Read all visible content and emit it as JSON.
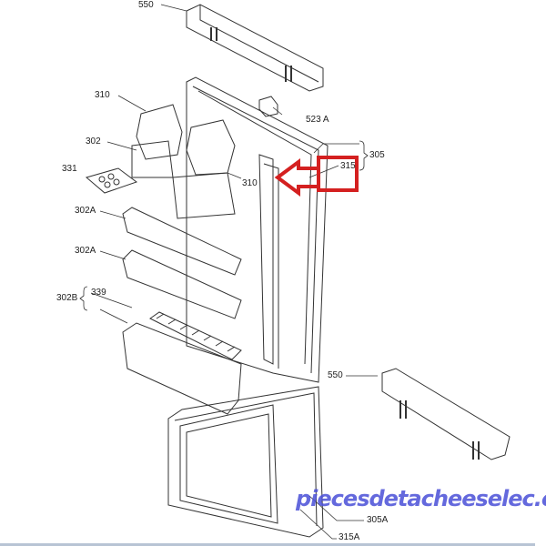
{
  "labels": {
    "l550_top": "550",
    "l523a": "523 A",
    "l310_a": "310",
    "l302": "302",
    "l331": "331",
    "l310_b": "310",
    "l305": "305",
    "l315": "315",
    "l302a_1": "302A",
    "l302a_2": "302A",
    "l302b": "302B",
    "l339": "339",
    "l550_bottom": "550",
    "l305a": "305A",
    "l315a": "315A"
  },
  "watermark": "piecesdetacheeselec.com",
  "colors": {
    "highlight": "#d42020",
    "line": "#333333",
    "watermark": "#4a4fd8"
  }
}
